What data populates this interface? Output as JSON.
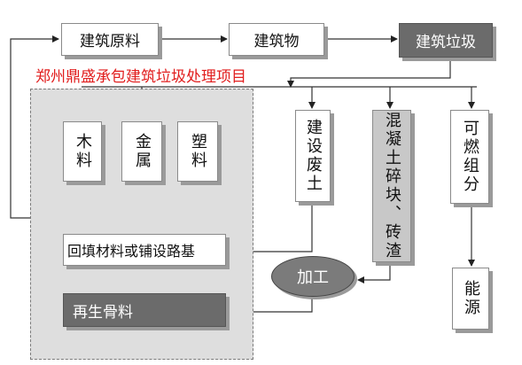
{
  "title": "郑州鼎盛承包建筑垃圾处理项目",
  "top_row": {
    "raw_materials": "建筑原料",
    "building": "建筑物",
    "waste": "建筑垃圾"
  },
  "recycled_materials": {
    "wood": "木料",
    "metal": "金属",
    "plastic": "塑料"
  },
  "waste_categories": {
    "construction_soil": "建设废土",
    "concrete_brick": "混凝土碎块、砖渣",
    "combustible": "可燃组分"
  },
  "processing": {
    "backfill": "回填材料或铺设路基",
    "recycled_aggregate": "再生骨料",
    "process": "加工",
    "energy": "能源"
  }
}
